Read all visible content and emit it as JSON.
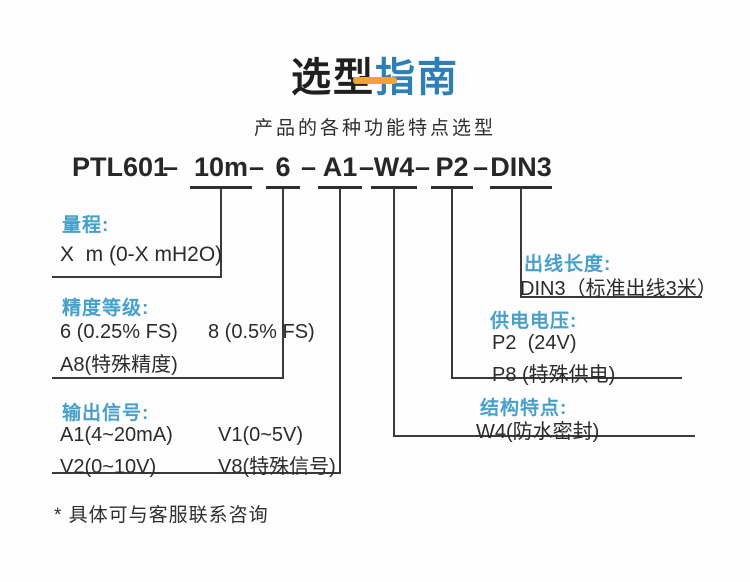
{
  "header": {
    "title_dark": "选型",
    "title_blue": "指南",
    "subtitle": "产品的各种功能特点选型"
  },
  "model_code": {
    "prefix": "PTL601",
    "separator": "–",
    "segments": [
      "10m",
      "6",
      "A1",
      "W4",
      "P2",
      "DIN3"
    ]
  },
  "sections": {
    "range": {
      "label": "量程:",
      "row1": "X  m (0-X mH2O)"
    },
    "accuracy": {
      "label": "精度等级:",
      "row1_col1": "6 (0.25% FS)",
      "row1_col2": "8 (0.5% FS)",
      "row2": "A8(特殊精度)"
    },
    "output": {
      "label": "输出信号:",
      "row1_col1": "A1(4~20mA)",
      "row1_col2": "V1(0~5V)",
      "row2_col1": "V2(0~10V)",
      "row2_col2": "V8(特殊信号)"
    },
    "cable": {
      "label": "出线长度:",
      "row1": "DIN3（标准出线3米）"
    },
    "power": {
      "label": "供电电压:",
      "row1": "P2  (24V)",
      "row2": "P8 (特殊供电)"
    },
    "structure": {
      "label": "结构特点:",
      "row1": "W4(防水密封)"
    }
  },
  "footer": {
    "note": "* 具体可与客服联系咨询"
  },
  "colors": {
    "title_blue": "#2d7fb4",
    "label_blue": "#46a0ca",
    "accent_orange": "#f0a23c",
    "text_dark": "#2b2b2b",
    "line": "#3a3a3a",
    "background": "#fdfdfd"
  }
}
